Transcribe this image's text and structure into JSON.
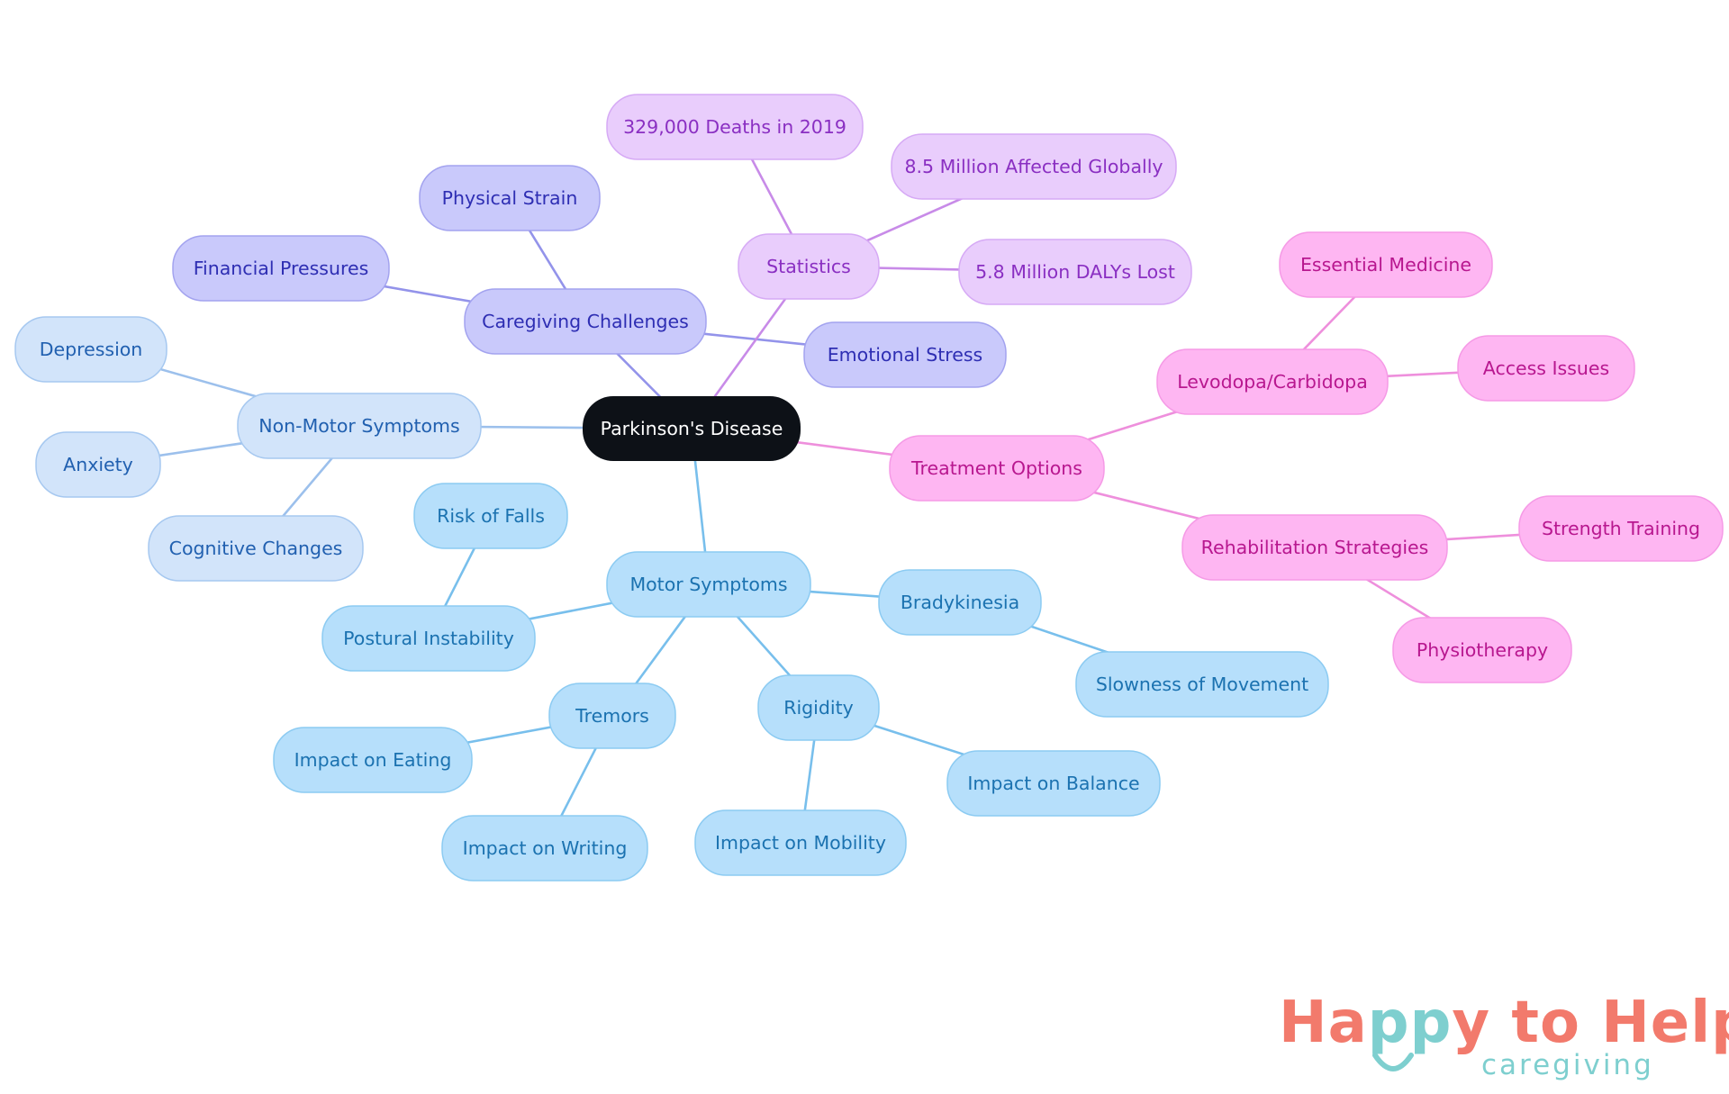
{
  "diagram": {
    "center": "Parkinson's Disease",
    "branches": {
      "caregiving": {
        "label": "Caregiving Challenges",
        "children": [
          "Physical Strain",
          "Financial Pressures",
          "Emotional Stress"
        ]
      },
      "statistics": {
        "label": "Statistics",
        "children": [
          "329,000 Deaths in 2019",
          "8.5 Million Affected Globally",
          "5.8 Million DALYs Lost"
        ]
      },
      "treatment": {
        "label": "Treatment Options",
        "levodopa": {
          "label": "Levodopa/Carbidopa",
          "children": [
            "Essential Medicine",
            "Access Issues"
          ]
        },
        "rehab": {
          "label": "Rehabilitation Strategies",
          "children": [
            "Strength Training",
            "Physiotherapy"
          ]
        }
      },
      "nonmotor": {
        "label": "Non-Motor Symptoms",
        "children": [
          "Depression",
          "Anxiety",
          "Cognitive Changes"
        ]
      },
      "motor": {
        "label": "Motor Symptoms",
        "falls": {
          "label": "Postural Instability",
          "children": [
            "Risk of Falls"
          ]
        },
        "tremors": {
          "label": "Tremors",
          "children": [
            "Impact on Eating",
            "Impact on Writing"
          ]
        },
        "rigidity": {
          "label": "Rigidity",
          "children": [
            "Impact on Mobility",
            "Impact on Balance"
          ]
        },
        "brady": {
          "label": "Bradykinesia",
          "children": [
            "Slowness of Movement"
          ]
        }
      }
    }
  },
  "colors": {
    "center_fill": "#0d1117",
    "center_text": "#ffffff",
    "caregiving": {
      "fill": "#c9c9fb",
      "stroke": "#a3a3ef",
      "text": "#2e2eb3",
      "edge": "#9393ea"
    },
    "statistics": {
      "fill": "#e9cdfc",
      "stroke": "#d6aaf5",
      "text": "#8a2fc2",
      "edge": "#c88be8"
    },
    "treatment": {
      "fill": "#feb6f2",
      "stroke": "#f59ae6",
      "text": "#b8178f",
      "edge": "#ee8fdc"
    },
    "nonmotor": {
      "fill": "#d2e4fa",
      "stroke": "#a6c8f0",
      "text": "#2160b0",
      "edge": "#9cc0ec"
    },
    "motor": {
      "fill": "#b6dffb",
      "stroke": "#8ccbf2",
      "text": "#1b72b0",
      "edge": "#78bfec"
    }
  },
  "logo": {
    "word1_a": "Ha",
    "word1_b": "pp",
    "word1_c": "y to Help",
    "sub": "caregiving",
    "smile_icon": "smile-icon"
  }
}
